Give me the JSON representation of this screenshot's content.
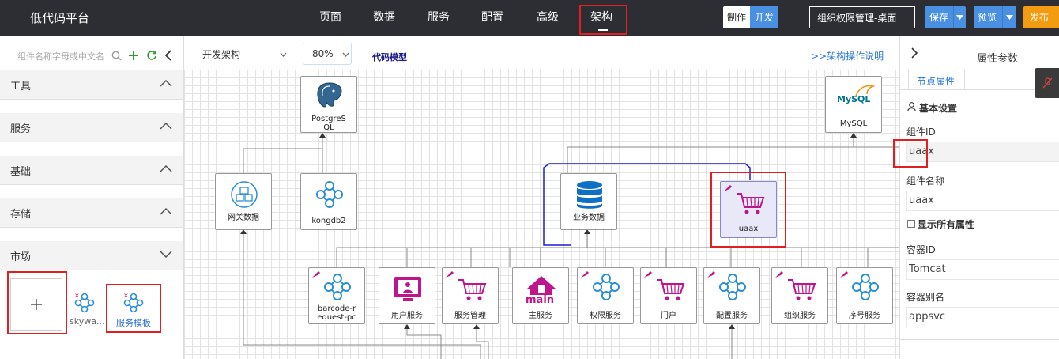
{
  "brand": "低代码平台",
  "nav": [
    "页面",
    "数据",
    "服务",
    "配置",
    "高级",
    "架构"
  ],
  "mode": {
    "make": "制作",
    "dev": "开发"
  },
  "project": "组织权限管理-桌面",
  "save": "保存",
  "preview": "预览",
  "publish": "发布",
  "sidebar": {
    "search_placeholder": "组件名称字母或中文名",
    "sections": [
      "工具",
      "服务",
      "基础",
      "存储",
      "市场"
    ],
    "market_items": [
      {
        "label": "skywa..."
      },
      {
        "label": "服务模板"
      }
    ]
  },
  "toolbar": {
    "view": "开发架构",
    "zoom": "80%",
    "code_model": "代码模型",
    "help": ">>架构操作说明"
  },
  "nodes": [
    {
      "id": "postgres",
      "label1": "PostgreS",
      "label2": "QL"
    },
    {
      "id": "mysql",
      "label1": "MySQL",
      "label2": ""
    },
    {
      "id": "gateway",
      "label1": "网关数据",
      "label2": ""
    },
    {
      "id": "kongdb2",
      "label1": "kongdb2",
      "label2": ""
    },
    {
      "id": "bizdata",
      "label1": "业务数据",
      "label2": ""
    },
    {
      "id": "uaax",
      "label1": "uaax",
      "label2": ""
    },
    {
      "id": "barcode",
      "label1": "barcode-r",
      "label2": "equest-pc"
    },
    {
      "id": "user",
      "label1": "用户服务",
      "label2": ""
    },
    {
      "id": "svcmgmt",
      "label1": "服务管理",
      "label2": ""
    },
    {
      "id": "main",
      "label1": "主服务",
      "label2": ""
    },
    {
      "id": "perm",
      "label1": "权限服务",
      "label2": ""
    },
    {
      "id": "portal",
      "label1": "门户",
      "label2": ""
    },
    {
      "id": "config",
      "label1": "配置服务",
      "label2": ""
    },
    {
      "id": "org",
      "label1": "组织服务",
      "label2": ""
    },
    {
      "id": "seq",
      "label1": "序号服务",
      "label2": ""
    }
  ],
  "main_logo_text": "main",
  "mysql_logo_text": "MySQL",
  "panel": {
    "title": "属性参数",
    "tab": "节点属性",
    "basic": "基本设置",
    "component_id_label": "组件ID",
    "component_id": "uaax",
    "component_name_label": "组件名称",
    "component_name": "uaax",
    "show_all": "显示所有属性",
    "container_id_label": "容器ID",
    "container_id": "Tomcat",
    "container_alias_label": "容器别名",
    "container_alias": "appsvc"
  },
  "colors": {
    "topbar": "#2c2e33",
    "accent": "#4a90e2",
    "publish": "#f39c12",
    "highlight": "#e02020",
    "service_icon": "#2a8fd6",
    "cart": "#c0148c",
    "selection_line": "#1f1fd0"
  }
}
